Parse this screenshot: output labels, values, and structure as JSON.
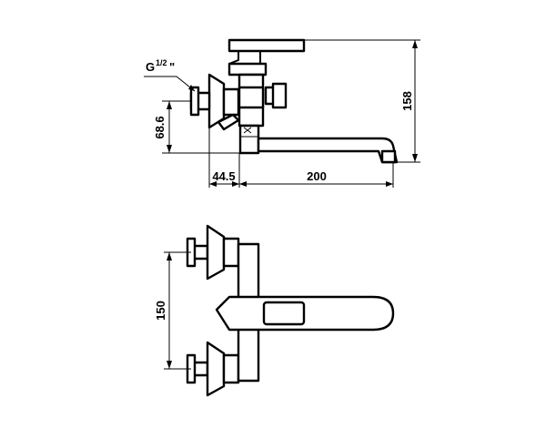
{
  "diagram": {
    "thread_label_prefix": "G",
    "thread_label_fraction": "1/2",
    "thread_label_suffix": "\"",
    "dimensions": {
      "total_height": "158",
      "inlet_height": "68.6",
      "wall_offset": "44.5",
      "spout_reach": "200",
      "inlet_spacing": "150"
    }
  }
}
